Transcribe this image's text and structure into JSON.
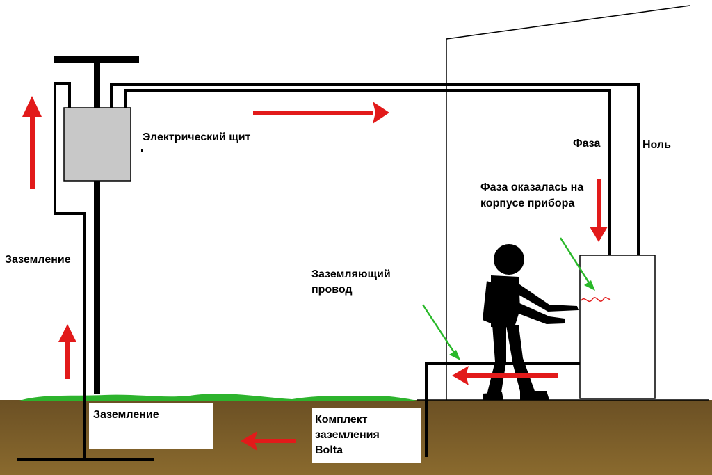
{
  "labels": {
    "panel": "Электрический щит",
    "phase": "Фаза",
    "neutral": "Ноль",
    "fault_line1": "Фаза оказалась на",
    "fault_line2": "корпусе прибора",
    "grounding_left": "Заземление",
    "ground_wire_line1": "Заземляющий",
    "ground_wire_line2": "провод",
    "grounding_box": "Заземление",
    "kit_line1": "Комплект",
    "kit_line2": "заземления",
    "kit_line3": "Bolta"
  },
  "colors": {
    "soil_top": "#6b5024",
    "soil_bottom": "#8a6a2e",
    "grass": "#2db32d",
    "panel_fill": "#c8c8c8",
    "wire": "#000000",
    "arrow_red": "#e21a1a",
    "arrow_green": "#29b829",
    "spark": "#e21a1a"
  },
  "icons": [
    "person-icon",
    "spark-icon",
    "arrow-up-icon",
    "arrow-right-icon",
    "arrow-left-icon",
    "arrow-down-icon"
  ]
}
